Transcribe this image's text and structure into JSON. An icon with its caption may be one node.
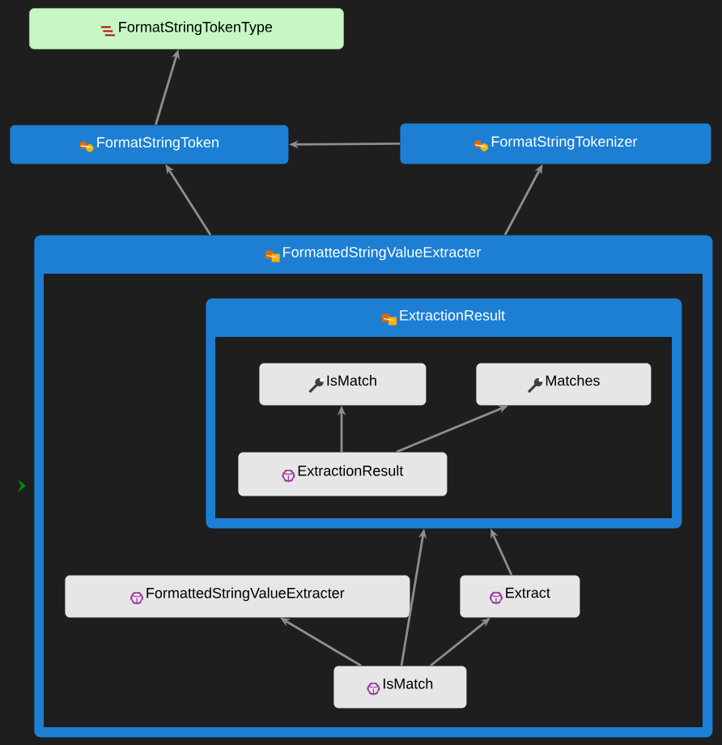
{
  "diagram": {
    "nodes": [
      {
        "text": [
          "FormatStringTokenType"
        ]
      },
      {
        "text": [
          "FormatStringToken"
        ]
      },
      {
        "text": [
          "FormatStringTokenizer"
        ]
      },
      {
        "text": [
          "FormattedStringValueExtracter"
        ]
      },
      {
        "text": [
          "ExtractionResult"
        ],
        "in": 3
      },
      {
        "text": [
          "IsMatch"
        ],
        "in": 4
      },
      {
        "text": [
          "Matches"
        ],
        "in": 4
      },
      {
        "text": [
          "ExtractionResult"
        ],
        "in": 4
      },
      {
        "text": [
          "FormattedStringValueExtracter"
        ],
        "in": 3
      },
      {
        "text": [
          "Extract"
        ],
        "in": 3
      },
      {
        "text": [
          "IsMatch"
        ],
        "in": 3
      }
    ],
    "edges": [
      {
        "from": 1,
        "to": 0,
        "arrow": "to"
      },
      {
        "from": 2,
        "to": 1,
        "arrow": "to"
      },
      {
        "from": 3,
        "to": 1,
        "arrow": "to"
      },
      {
        "from": 3,
        "to": 2,
        "arrow": "to"
      },
      {
        "from": 7,
        "to": 5,
        "arrow": "to"
      },
      {
        "from": 7,
        "to": 6,
        "arrow": "to"
      },
      {
        "from": 10,
        "to": 8,
        "arrow": "to"
      },
      {
        "from": 10,
        "to": 9,
        "arrow": "to"
      },
      {
        "from": 10,
        "to": 4,
        "arrow": "to"
      },
      {
        "from": 9,
        "to": 4,
        "arrow": "to"
      }
    ]
  }
}
